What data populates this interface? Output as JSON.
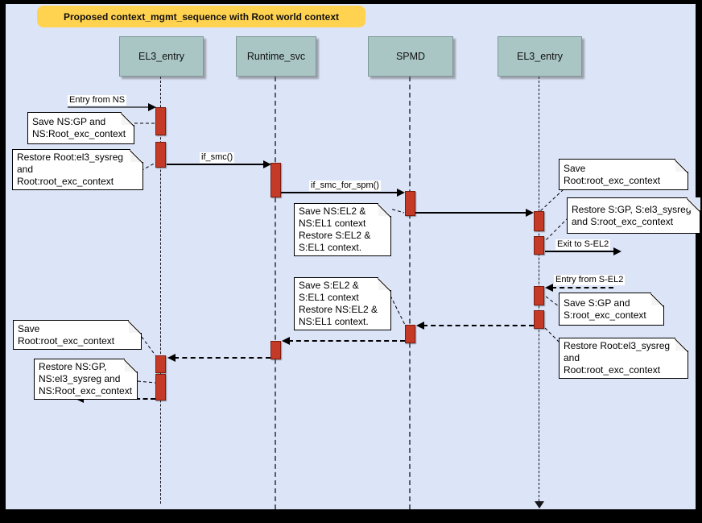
{
  "title": "Proposed context_mgmt_sequence with Root world context",
  "actors": [
    {
      "name": "EL3_entry"
    },
    {
      "name": "Runtime_svc"
    },
    {
      "name": "SPMD"
    },
    {
      "name": "EL3_entry"
    }
  ],
  "messages": {
    "entry_from_ns": "Entry from NS",
    "if_smc": "if_smc()",
    "if_smc_for_spm": "if_smc_for_spm()",
    "exit_to_s_el2": "Exit to S-EL2",
    "entry_from_s_el2": "Entry from S-EL2"
  },
  "notes": [
    {
      "text": "Save NS:GP and\nNS:Root_exc_context"
    },
    {
      "text": "Restore Root:el3_sysreg\nand\nRoot:root_exc_context"
    },
    {
      "text": "Save NS:EL2 &\nNS:EL1 context\nRestore S:EL2 &\nS:EL1 context."
    },
    {
      "text": "Save Root:root_exc_context"
    },
    {
      "text": "Restore S:GP, S:el3_sysreg\nand S:root_exc_context"
    },
    {
      "text": "Save S:GP and\nS:root_exc_context"
    },
    {
      "text": "Restore Root:el3_sysreg\nand\nRoot:root_exc_context"
    },
    {
      "text": "Save S:EL2 &\nS:EL1 context\nRestore NS:EL2 &\nNS:EL1 context."
    },
    {
      "text": "Save Root:root_exc_context"
    },
    {
      "text": "Restore NS:GP,\nNS:el3_sysreg and\nNS:Root_exc_context"
    }
  ],
  "colors": {
    "background": "#dce4f8",
    "frame": "#000000",
    "title_bg": "#ffd24f",
    "actor_bg": "#a9c6c5",
    "activation_bar": "#c43a27",
    "note_bg": "#ffffff",
    "arrow": "#000000"
  }
}
